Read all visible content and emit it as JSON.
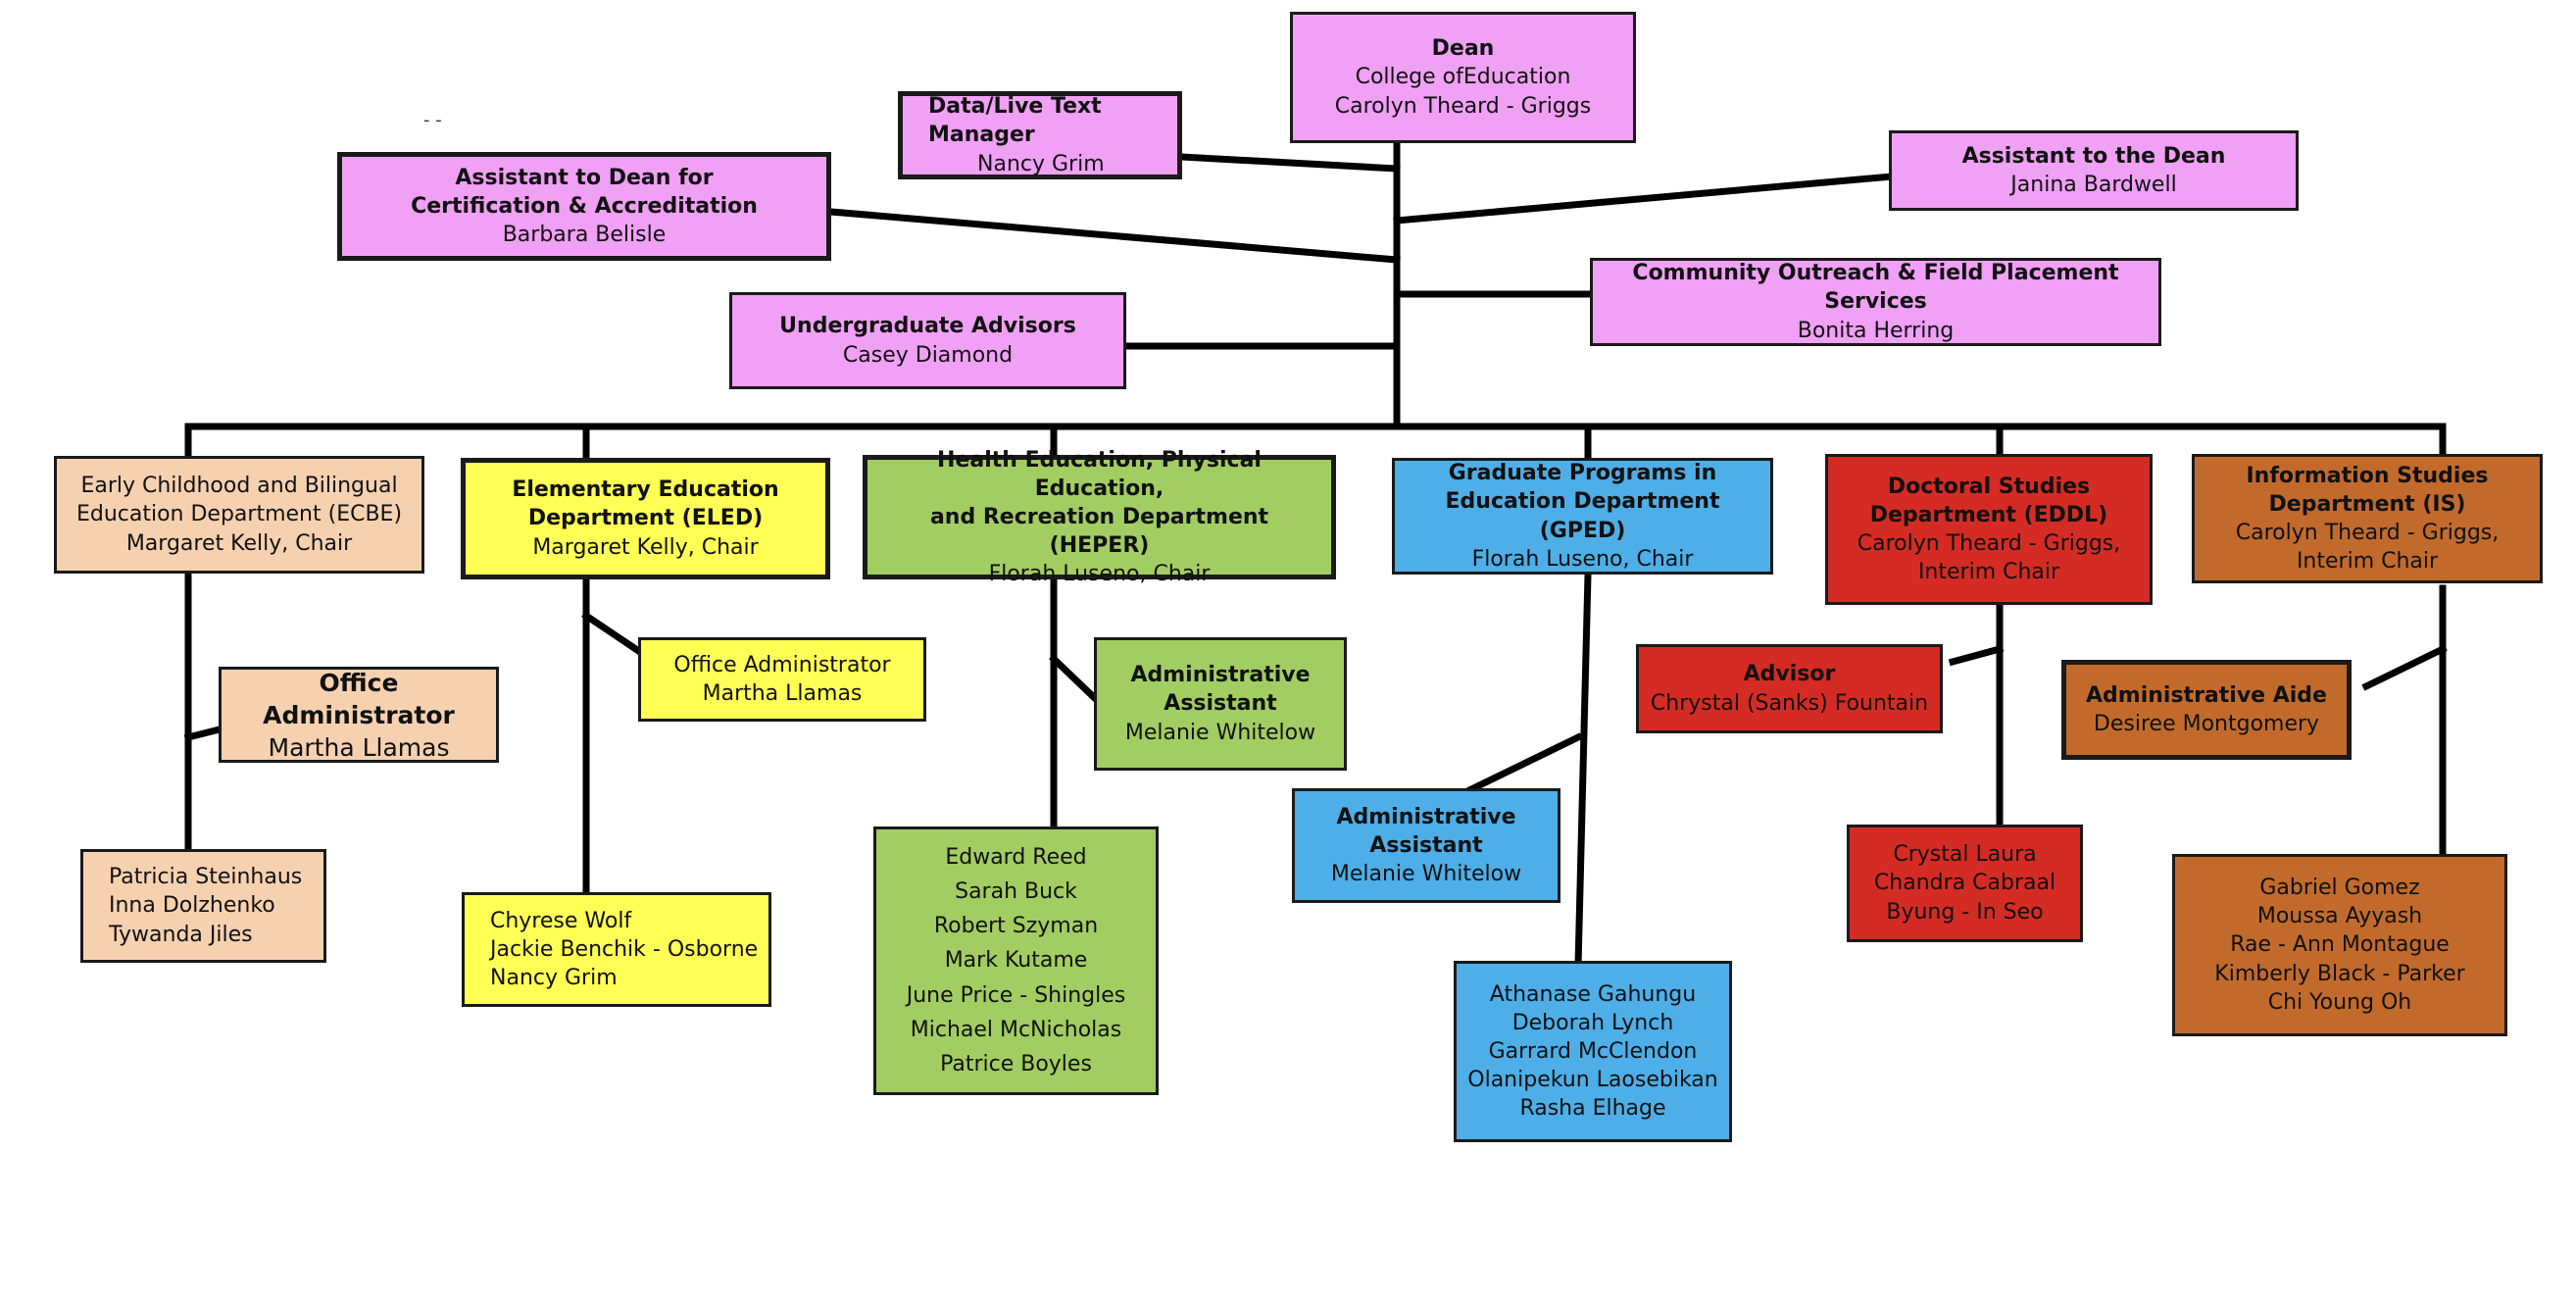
{
  "dean": {
    "title": "Dean",
    "unit": "College ofEducation",
    "name": "Carolyn Theard - Griggs"
  },
  "data_manager": {
    "title": "Data/Live Text Manager",
    "name": "Nancy Grim"
  },
  "assistant_cert": {
    "title": "Assistant to Dean for Certification & Accreditation",
    "name": "Barbara Belisle"
  },
  "assistant_dean": {
    "title": "Assistant to the Dean",
    "name": "Janina Bardwell"
  },
  "community": {
    "title": "Community Outreach & Field Placement Services",
    "name": "Bonita Herring"
  },
  "advisors": {
    "title": "Undergraduate Advisors",
    "name": "Casey Diamond"
  },
  "stray_marks": "- -",
  "ecbe": {
    "dept": {
      "line1": "Early Childhood and Bilingual",
      "line2": "Education Department (ECBE)",
      "chair": "Margaret Kelly, Chair"
    },
    "office": {
      "title": "Office Administrator",
      "name": "Martha Llamas"
    },
    "staff": [
      "Patricia Steinhaus",
      "Inna Dolzhenko",
      "Tywanda Jiles"
    ]
  },
  "eled": {
    "dept": {
      "line1": "Elementary Education",
      "line2": "Department (ELED)",
      "chair": "Margaret Kelly, Chair"
    },
    "office": {
      "title": "Office Administrator",
      "name": "Martha Llamas"
    },
    "staff": [
      "Chyrese Wolf",
      "Jackie Benchik - Osborne",
      "Nancy Grim"
    ]
  },
  "heper": {
    "dept": {
      "line1": "Health Education, Physical Education,",
      "line2": "and Recreation Department (HEPER)",
      "chair": "Florah Luseno, Chair"
    },
    "assistant": {
      "line1": "Administrative",
      "line2": "Assistant",
      "name": "Melanie Whitelow"
    },
    "staff": [
      "Edward Reed",
      "Sarah Buck",
      "Robert Szyman",
      "Mark Kutame",
      "June Price - Shingles",
      "Michael McNicholas",
      "Patrice Boyles"
    ]
  },
  "gped": {
    "dept": {
      "line1": "Graduate Programs in",
      "line2": "Education Department (GPED)",
      "chair": "Florah Luseno, Chair"
    },
    "assistant": {
      "line1": "Administrative",
      "line2": "Assistant",
      "name": "Melanie Whitelow"
    },
    "staff": [
      "Athanase Gahungu",
      "Deborah Lynch",
      "Garrard McClendon",
      "Olanipekun Laosebikan",
      "Rasha Elhage"
    ]
  },
  "eddl": {
    "dept": {
      "line1": "Doctoral Studies",
      "line2": "Department (EDDL)",
      "chair": "Carolyn Theard - Griggs,",
      "chair2": "Interim Chair"
    },
    "advisor": {
      "title": "Advisor",
      "name": "Chrystal (Sanks) Fountain"
    },
    "staff": [
      "Crystal Laura",
      "Chandra Cabraal",
      "Byung - In Seo"
    ]
  },
  "is": {
    "dept": {
      "line1": "Information Studies",
      "line2": "Department (IS)",
      "chair": "Carolyn Theard - Griggs,",
      "chair2": "Interim Chair"
    },
    "aide": {
      "title": "Administrative Aide",
      "name": "Desiree Montgomery"
    },
    "staff": [
      "Gabriel Gomez",
      "Moussa Ayyash",
      "Rae - Ann Montague",
      "Kimberly Black - Parker",
      "Chi Young Oh"
    ]
  }
}
